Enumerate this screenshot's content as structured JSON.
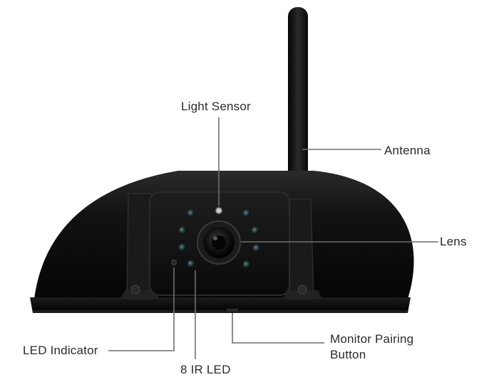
{
  "labels": {
    "light_sensor": "Light Sensor",
    "antenna": "Antenna",
    "lens": "Lens",
    "led_indicator": "LED Indicator",
    "ir_led": "8 IR LED",
    "monitor_pairing_line1": "Monitor Pairing",
    "monitor_pairing_line2": "Button"
  },
  "colors": {
    "leader_line": "#6e6e6e",
    "housing": "#101010",
    "label_text": "#2b2b2b"
  }
}
